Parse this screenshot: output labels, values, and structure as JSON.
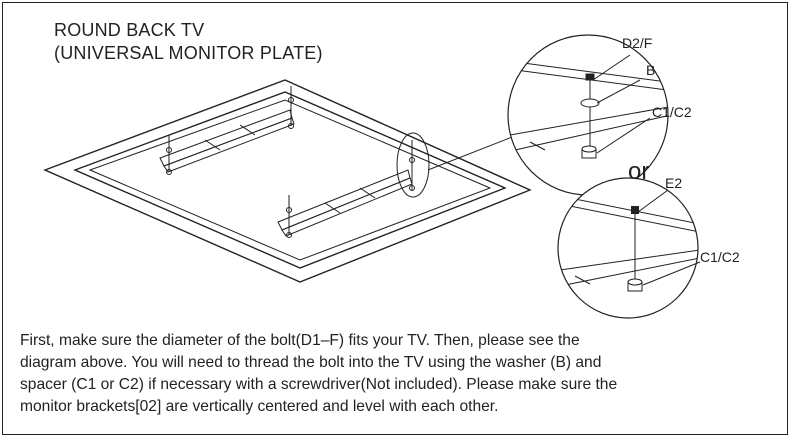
{
  "title_line1": "ROUND BACK TV",
  "title_line2": " (UNIVERSAL MONITOR PLATE)",
  "labels": {
    "bolt_top": "D2/F",
    "washer": "B",
    "spacer_top": "C1/C2",
    "or": "or",
    "bolt_bottom": "E2",
    "spacer_bottom": "C1/C2"
  },
  "instructions": [
    "First, make sure the diameter of the bolt(D1–F) fits your TV. Then, please see the",
    "diagram above. You will need to thread the bolt into the TV using the washer (B) and",
    "spacer (C1 or C2) if necessary with a screwdriver(Not included). Please make sure the",
    "monitor brackets[02] are vertically centered and level with each other."
  ]
}
